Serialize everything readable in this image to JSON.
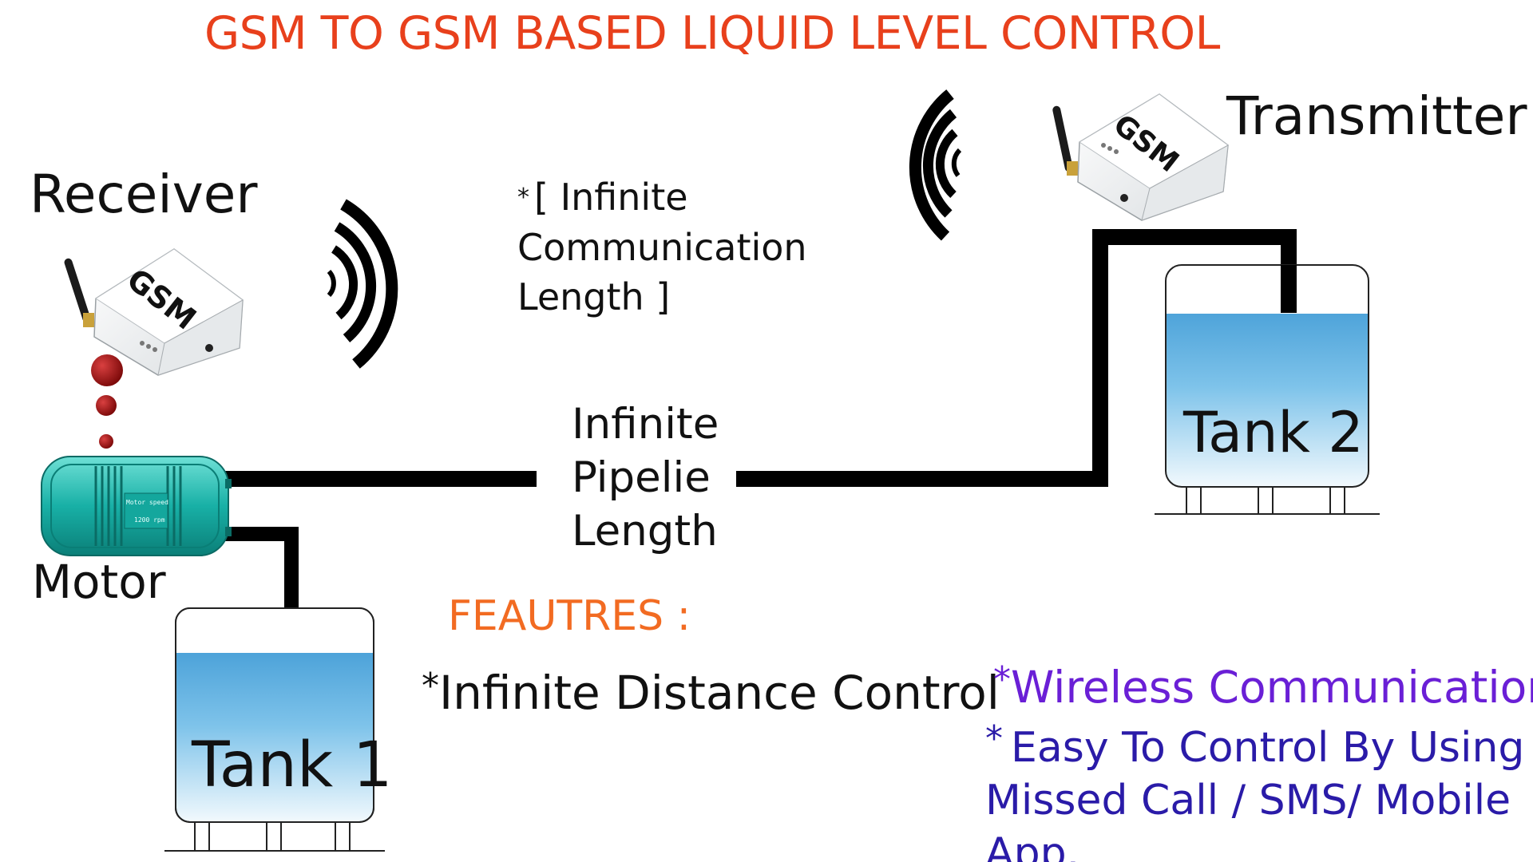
{
  "diagram": {
    "title": "GSM TO GSM BASED LIQUID LEVEL CONTROL",
    "receiver_label": "Receiver",
    "transmitter_label": "Transmitter",
    "motor_label": "Motor",
    "tank1_label": "Tank 1",
    "tank2_label": "Tank 2",
    "gsm_device_text": "GSM",
    "motor_plate_line1": "Motor speed",
    "motor_plate_line2": "1200 rpm",
    "communication_note": {
      "asterisk": "*",
      "text": "[ Infinite Communication Length ]"
    },
    "pipeline_note": "Infinite Pipelie Length"
  },
  "features": {
    "heading": "FEAUTRES :",
    "asterisk": "*",
    "distance": "Infinite Distance Control",
    "wireless": "Wireless Communication",
    "easy": "Easy To Control By Using Missed Call / SMS/  Mobile App."
  },
  "colors": {
    "title": "#E8401C",
    "features_heading": "#F26B22",
    "wireless": "#6A1FD6",
    "easy": "#2A1BA8",
    "water_top": "#3B9FD8",
    "motor": "#1FB8AE",
    "pipe": "#000000",
    "indicator": "#8B0E0E"
  }
}
